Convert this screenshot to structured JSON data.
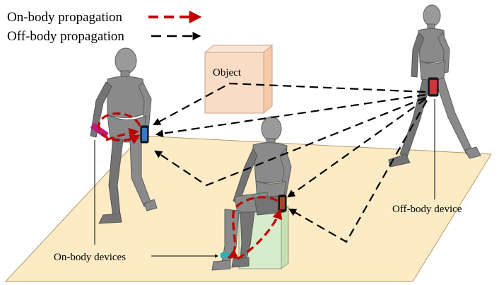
{
  "legend": {
    "on_body": {
      "label": "On-body propagation",
      "color": "#c00000"
    },
    "off_body": {
      "label": "Off-body propagation",
      "color": "#000000"
    }
  },
  "labels": {
    "object": "Object",
    "off_body_device": "Off-body device",
    "on_body_devices": "On-body devices"
  },
  "colors": {
    "floor": "#fdebc6",
    "object_box": "#f9dcc6",
    "seat_box": "#d7eccb",
    "mannequin": "#8a8a8a"
  }
}
